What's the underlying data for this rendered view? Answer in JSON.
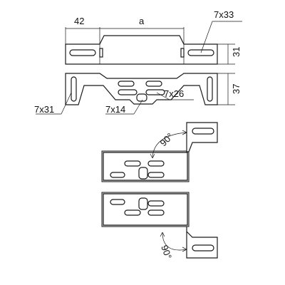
{
  "dimensions": {
    "left_width": "42",
    "width_a": "a",
    "slot_top_right": "7x33",
    "height_top": "31",
    "height_bottom": "37",
    "slot_center_right": "7x26",
    "slot_left": "7x31",
    "slot_center_bottom": "7x14"
  },
  "angles": {
    "upper": "90°",
    "lower": "90°"
  }
}
